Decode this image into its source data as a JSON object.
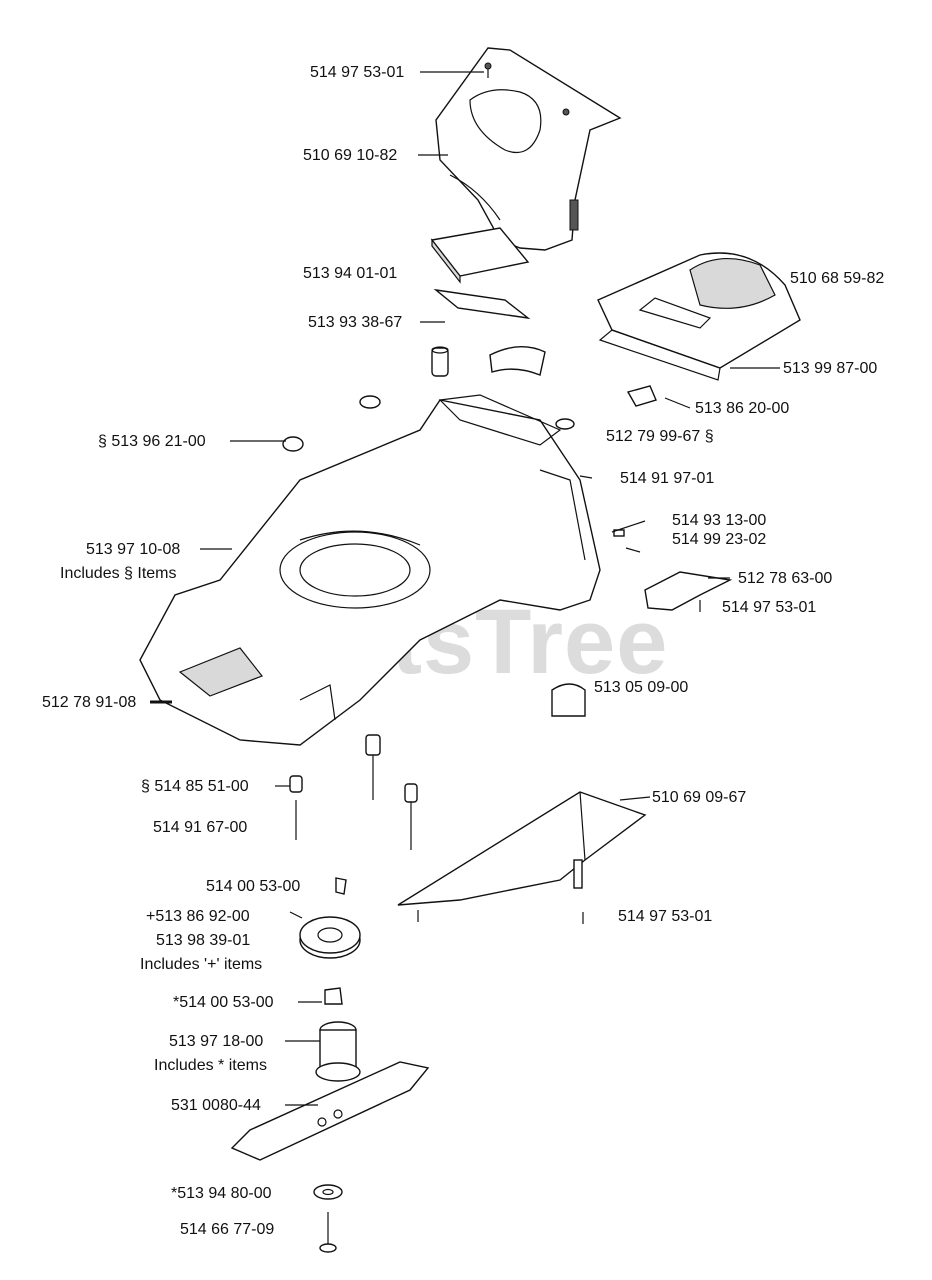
{
  "watermark": "PartsTree",
  "labels": {
    "p01": "514 97 53-01",
    "p02": "510 69 10-82",
    "p03": "513 94 01-01",
    "p04": "513 93 38-67",
    "p05": "510 68 59-82",
    "p06": "513 99 87-00",
    "p07": "513 86 20-00",
    "p08": "512 79 99-67 §",
    "p09": "§ 513 96 21-00",
    "p10": "514 91 97-01",
    "p11": "514 93 13-00",
    "p12": "514 99 23-02",
    "p13": "513 97 10-08",
    "p14": "512 78 63-00",
    "p15": "514 97 53-01",
    "p16": "512 78 91-08",
    "p17": "513 05 09-00",
    "p18": "§ 514 85 51-00",
    "p19": "510 69 09-67",
    "p20": "514 91 67-00",
    "p21": "514 00 53-00",
    "p22": "+513 86 92-00",
    "p23": "514 97 53-01",
    "p24": "513 98 39-01",
    "p25": "*514 00 53-00",
    "p26": "513 97 18-00",
    "p27": "531 0080-44",
    "p28": "*513 94 80-00",
    "p29": "514 66 77-09"
  },
  "notes": {
    "n1": "Includes § Items",
    "n2": "Includes '+' items",
    "n3": "Includes  *  items"
  }
}
